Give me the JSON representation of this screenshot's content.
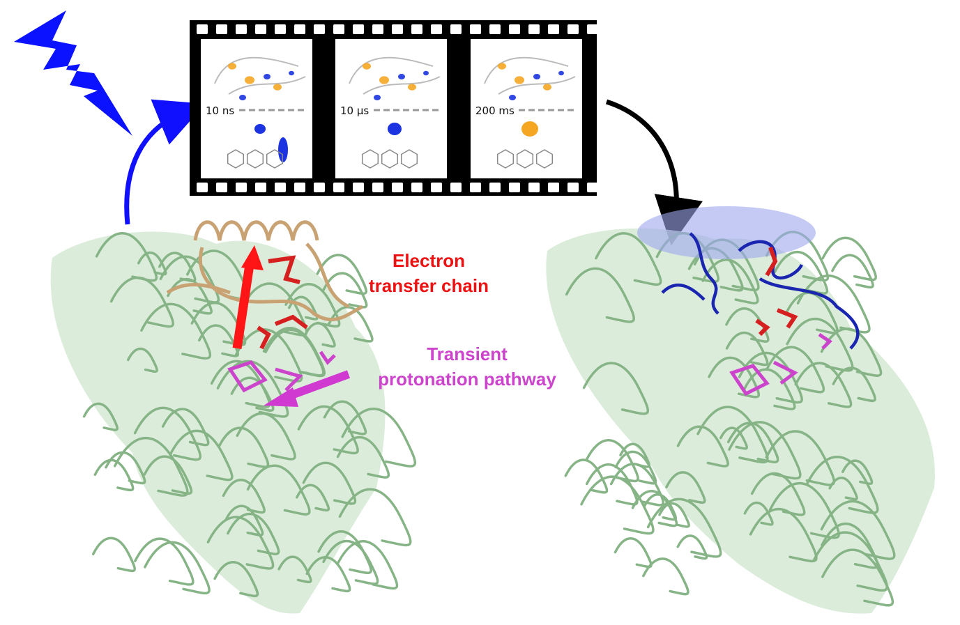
{
  "film": {
    "frames": [
      {
        "time": "10 ns"
      },
      {
        "time": "10 µs"
      },
      {
        "time": "200 ms"
      }
    ]
  },
  "labels": {
    "electron_transfer": [
      "Electron",
      "transfer chain"
    ],
    "protonation": [
      "Transient",
      "protonation pathway"
    ]
  },
  "colors": {
    "lightning": "#0a12ff",
    "electron_transfer": "#ee1111",
    "protonation": "#cc44cc",
    "protein_ribbon": "#86b486",
    "protein_surface": "#cfe6cf",
    "domain_tan": "#d9b48a",
    "domain_blue": "#1020a8",
    "highlight_ellipse": "#9ea6ee",
    "density_pos": "#f5a623",
    "density_neg": "#1b33e0"
  },
  "icons": [
    "lightning-icon",
    "curved-arrow-icon"
  ]
}
